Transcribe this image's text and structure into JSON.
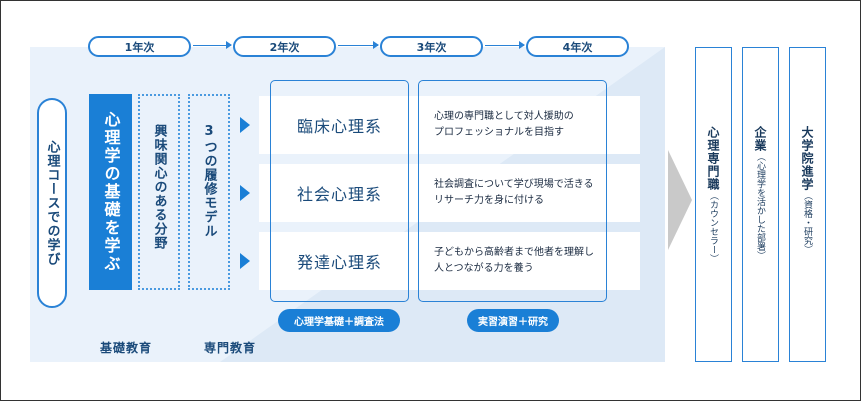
{
  "years": [
    "1年次",
    "2年次",
    "3年次",
    "4年次"
  ],
  "course_label": "心理コースでの学び",
  "basics": "心理学の基礎を学ぶ",
  "interest_fields": "興味関心のある分野",
  "three_models": "3つの履修モデル",
  "tracks": [
    {
      "name": "臨床心理系",
      "desc_line1": "心理の専門職として対人援助の",
      "desc_line2": "プロフェッショナルを目指す"
    },
    {
      "name": "社会心理系",
      "desc_line1": "社会調査について学び現場で活きる",
      "desc_line2": "リサーチ力を身に付ける"
    },
    {
      "name": "発達心理系",
      "desc_line1": "子どもから高齢者まで他者を理解し",
      "desc_line2": "人とつながる力を養う"
    }
  ],
  "pill_left": "心理学基礎＋調査法",
  "pill_right": "実習演習＋研究",
  "basic_education": "基礎教育",
  "specialized_education": "専門教育",
  "careers": [
    {
      "main": "心理専門職",
      "sub": "（カウンセラー）"
    },
    {
      "main": "企業",
      "sub": "（心理学を活かした部署）"
    },
    {
      "main": "大学院進学",
      "sub": "（資格・研究）"
    }
  ],
  "colors": {
    "accent": "#1a7fd6",
    "panel": "#eaf2fb",
    "outline": "#2a82d6"
  }
}
